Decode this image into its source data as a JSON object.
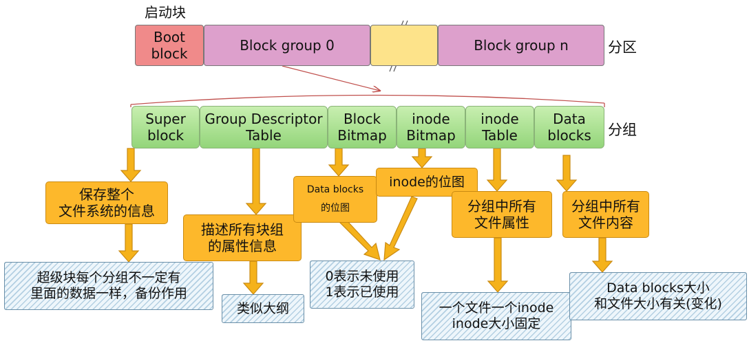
{
  "labels": {
    "boot_caption": "启动块",
    "partition": "分区",
    "group": "分组"
  },
  "partition_row": {
    "boot": "Boot\nblock",
    "group0": "Block group 0",
    "groupn": "Block group n"
  },
  "group_row": [
    "Super\nblock",
    "Group Descriptor\nTable",
    "Block\nBitmap",
    "inode\nBitmap",
    "inode\nTable",
    "Data\nblocks"
  ],
  "descriptions": {
    "super": "保存整个\n文件系统的信息",
    "gdt": "描述所有块组\n的属性信息",
    "block_bitmap": "Data blocks\n的位图",
    "inode_bitmap": "inode的位图",
    "inode_table": "分组中所有\n文件属性",
    "data_blocks": "分组中所有\n文件内容"
  },
  "notes": {
    "super": "超级块每个分组不一定有\n里面的数据一样，备份作用",
    "gdt": "类似大纲",
    "bitmap": "0表示未使用\n1表示已使用",
    "inode_table": "一个文件一个inode\ninode大小固定",
    "data_blocks": "Data blocks大小\n和文件大小有关(变化)"
  },
  "colors": {
    "boot": "#f08a8a",
    "block_group": "#dda0cc",
    "gap": "#fde38a",
    "group_green": "#a6df8c",
    "orange": "#fdb82b",
    "note_blue": "#dcecf6",
    "arrow": "#f5b21b"
  }
}
